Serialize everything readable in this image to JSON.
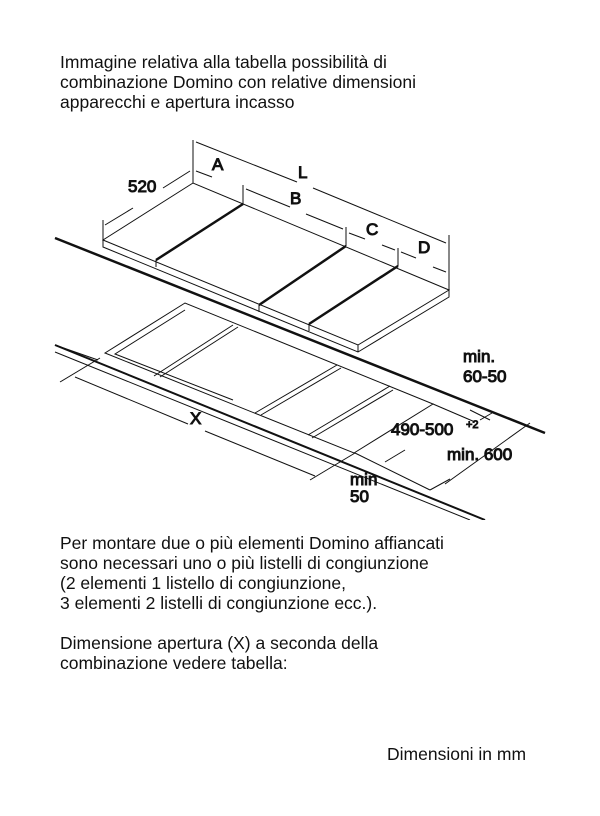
{
  "intro": [
    "Immagine relativa alla tabella possibilità di",
    "combinazione Domino con relative dimensioni",
    "apparecchi e apertura incasso"
  ],
  "diagram": {
    "labels": {
      "depth": "520",
      "A": "A",
      "L": "L",
      "B": "B",
      "C": "C",
      "D": "D",
      "min_back_1": "min.",
      "min_back_2": "60-50",
      "X": "X",
      "cutout_depth": "490-500",
      "cutout_tol": "+2",
      "min_depth": "min. 600",
      "min_front_1": "min",
      "min_front_2": "50"
    }
  },
  "note": [
    "Per montare due o più elementi Domino affiancati",
    "sono necessari uno o più listelli di congiunzione",
    "(2 elementi 1 listello di congiunzione,",
    "3 elementi 2 listelli di congiunzione ecc.)."
  ],
  "dimension_note": [
    "Dimensione apertura (X) a seconda della",
    "combinazione vedere tabella:"
  ],
  "units": "Dimensioni in mm"
}
